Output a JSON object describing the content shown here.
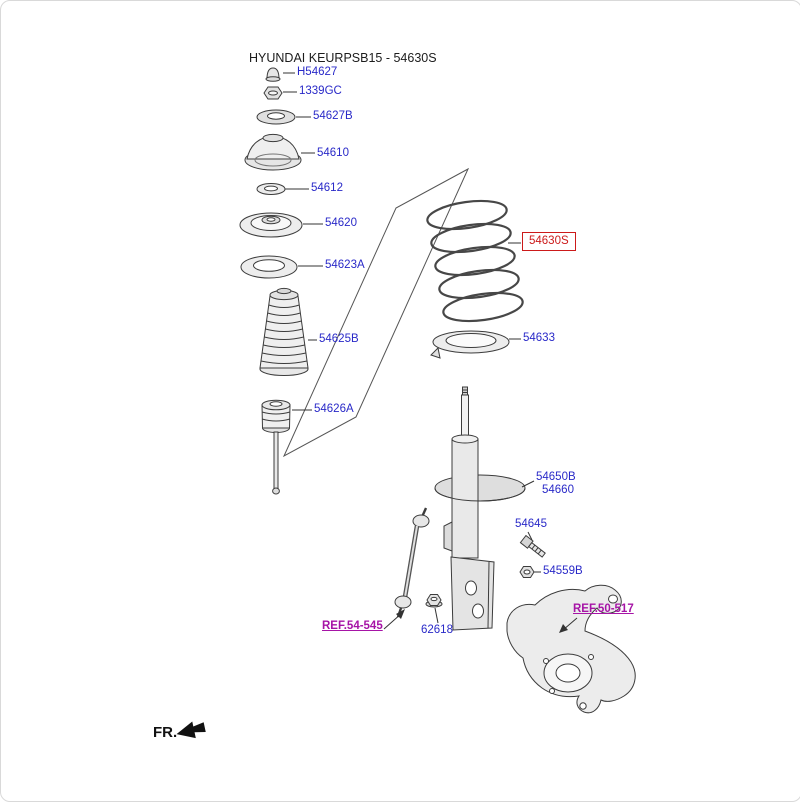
{
  "title": "HYUNDAI KEURPSB15 - 54630S",
  "diagram": {
    "part_labels": [
      {
        "code": "H54627"
      },
      {
        "code": "1339GC"
      },
      {
        "code": "54627B"
      },
      {
        "code": "54610"
      },
      {
        "code": "54612"
      },
      {
        "code": "54620"
      },
      {
        "code": "54623A"
      },
      {
        "code": "54625B"
      },
      {
        "code": "54626A"
      },
      {
        "code": "54633"
      },
      {
        "code": "54650B"
      },
      {
        "code": "54660"
      },
      {
        "code": "54645"
      },
      {
        "code": "54559B"
      },
      {
        "code": "62618"
      }
    ],
    "highlighted_part": {
      "code": "54630S"
    },
    "reference_labels": [
      {
        "code": "REF.54-545"
      },
      {
        "code": "REF.50-517"
      }
    ]
  },
  "footer": {
    "direction_label": "FR."
  },
  "colors": {
    "part_label": "#2929c8",
    "highlight": "#cc1a1a",
    "reference": "#a614a6",
    "line_art": "#3c3c3c"
  }
}
